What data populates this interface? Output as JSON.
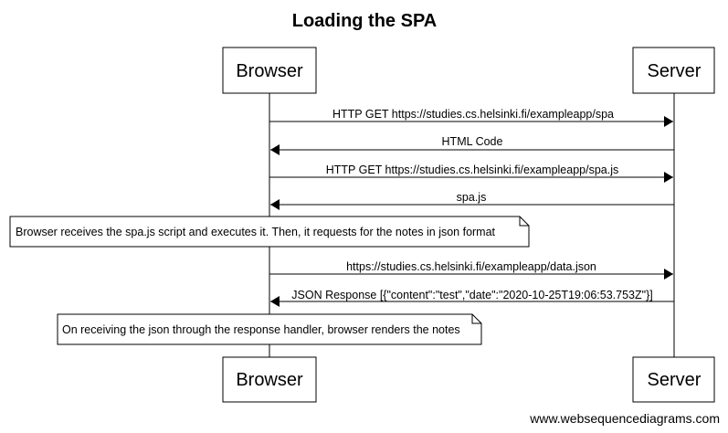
{
  "diagram": {
    "title": "Loading the SPA",
    "actors": {
      "browser": "Browser",
      "server": "Server"
    },
    "messages": [
      {
        "label": "HTTP GET https://studies.cs.helsinki.fi/exampleapp/spa",
        "direction": "browser-to-server"
      },
      {
        "label": "HTML Code",
        "direction": "server-to-browser"
      },
      {
        "label": "HTTP GET https://studies.cs.helsinki.fi/exampleapp/spa.js",
        "direction": "browser-to-server"
      },
      {
        "label": "spa.js",
        "direction": "server-to-browser"
      },
      {
        "label": "https://studies.cs.helsinki.fi/exampleapp/data.json",
        "direction": "browser-to-server"
      },
      {
        "label": "JSON Response [{\"content\":\"test\",\"date\":\"2020-10-25T19:06:53.753Z\"}]",
        "direction": "server-to-browser"
      }
    ],
    "notes": [
      {
        "text": "Browser receives the spa.js script and executes it. Then, it requests for the notes in json format"
      },
      {
        "text": "On receiving the json through the response handler, browser renders the notes"
      }
    ],
    "colors": {
      "line": "#000000",
      "note_fill": "#ffffff",
      "actor_fill": "#ffffff"
    }
  },
  "footer": {
    "credit": "www.websequencediagrams.com"
  }
}
